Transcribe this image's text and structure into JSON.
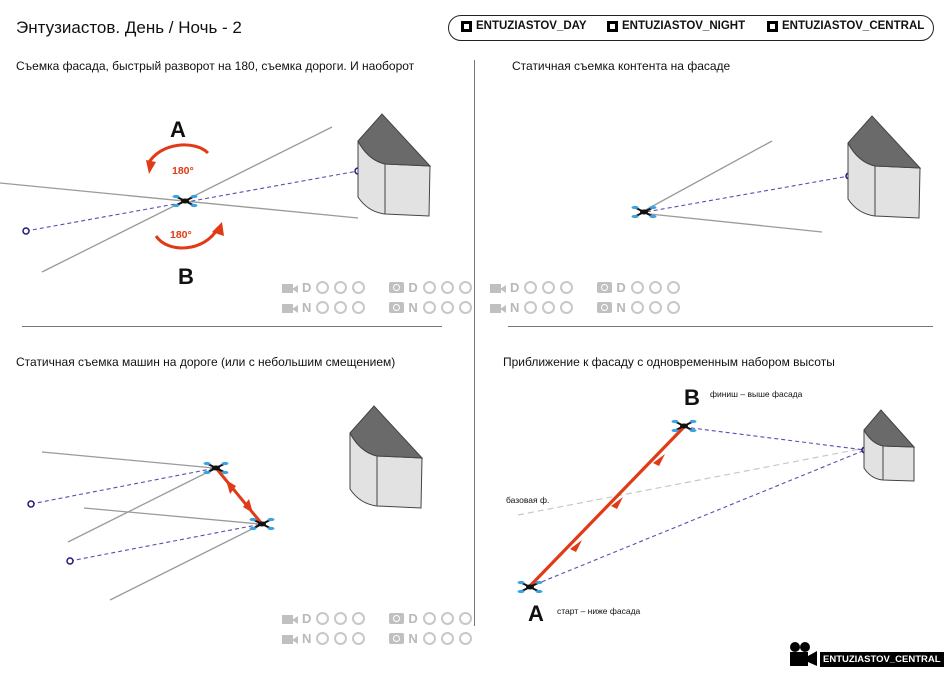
{
  "header": {
    "title": "Энтузиастов.  День / Ночь - 2",
    "tags": [
      "ENTUZIASTOV_DAY",
      "ENTUZIASTOV_NIGHT",
      "ENTUZIASTOV_CENTRAL"
    ]
  },
  "panels": {
    "q1": {
      "title": "Съемка фасада, быстрый разворот на 180, съемка дороги. И наоборот",
      "label_a": "A",
      "label_b": "B",
      "rot_top": "180°",
      "rot_bottom": "180°"
    },
    "q2": {
      "title": "Статичная съемка контента на фасаде"
    },
    "q3": {
      "title": "Статичная съемка машин на дороге (или с небольшим смещением)"
    },
    "q4": {
      "title": "Приближение к фасаду с одновременным набором высоты",
      "label_a": "A",
      "label_b": "B",
      "finish": "финиш – выше фасада",
      "start": "старт – ниже фасада",
      "base": "базовая ф."
    }
  },
  "legend": {
    "day": "D",
    "night": "N"
  },
  "footer": {
    "label": "ENTUZIASTOV_CENTRAL"
  },
  "colors": {
    "route": "#e03a16",
    "guide": "#5a4fb0",
    "drone_prop": "#3ba3e0",
    "facade_top": "#6a6a6a",
    "facade_side": "#e2e2e2"
  }
}
